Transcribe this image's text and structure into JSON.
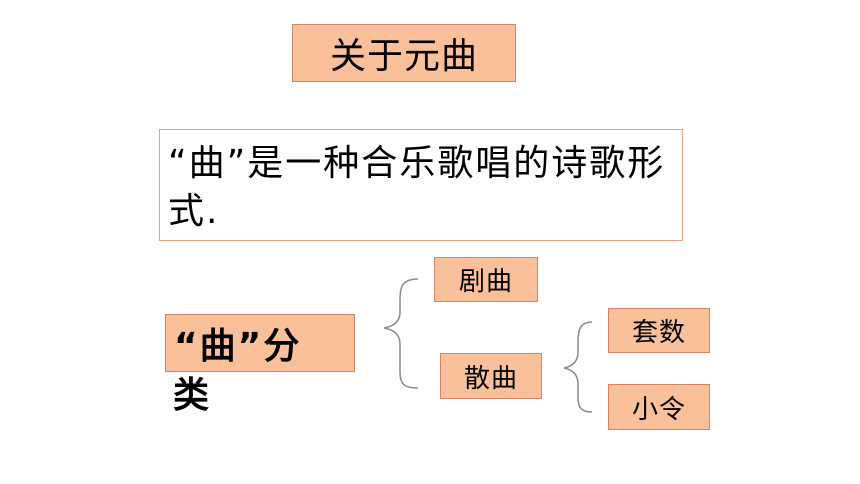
{
  "title": "关于元曲",
  "definition": "“曲”是一种合乐歌唱的诗歌形式.",
  "classification": {
    "label": "“曲”分类",
    "label_box_part": "“曲”分",
    "label_overflow_part": "类",
    "types": [
      {
        "name": "剧曲"
      },
      {
        "name": "散曲",
        "subtypes": [
          "套数",
          "小令"
        ]
      }
    ]
  },
  "colors": {
    "box_fill": "#f9c09a",
    "box_border": "#d4836a",
    "definition_border": "#e8a08a",
    "bracket": "#8a8a8a"
  }
}
